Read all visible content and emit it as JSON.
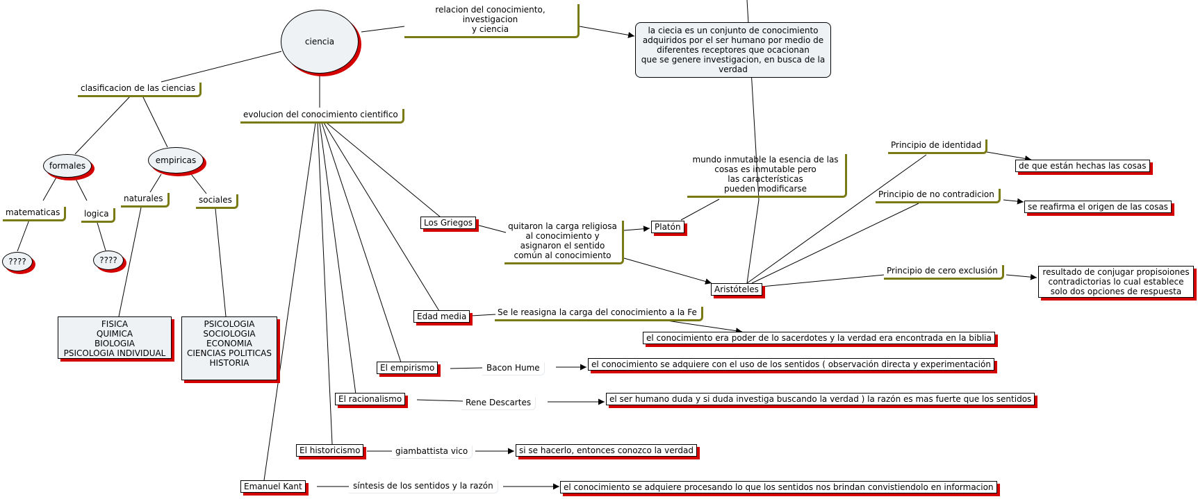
{
  "nodes": {
    "ciencia": "ciencia",
    "relacion": "relacion del conocimiento, investigacion\ny ciencia",
    "definicion": "la ciecia es un conjunto de conocimiento\nadquiridos por el ser humano por medio de\ndiferentes receptores que ocacionan\nque se genere investigacion, en busca de la\nverdad",
    "clasificacion": "clasificacion de las ciencias",
    "evolucion": "evolucion del conocimiento cientifico",
    "formales": "formales",
    "empiricas": "empiricas",
    "matematicas": "matematicas",
    "logica": "logica",
    "naturales": "naturales",
    "sociales": "sociales",
    "q1": "????",
    "q2": "????",
    "naturales_list": "FISICA\nQUIMICA\nBIOLOGIA\nPSICOLOGIA INDIVIDUAL",
    "sociales_list": "PSICOLOGIA\nSOCIOLOGIA\nECONOMIA\nCIENCIAS POLITICAS\nHISTORIA",
    "griegos": "Los Griegos",
    "quitaron": "quitaron la carga religiosa\nal conocimiento y\nasignaron el sentido\ncomún al conocimiento",
    "platon": "Platón",
    "aristoteles": "Aristóteles",
    "mundo": "mundo inmutable  la esencia de las\ncosas es inmutable pero\nlas características\n    pueden modificarse",
    "p_identidad": "Principio de identidad",
    "p_identidad_r": "de que están hechas las cosas",
    "p_nocontra": "Principio de no contradicion",
    "p_nocontra_r": "se reafirma el origen de las cosas",
    "p_cero": "Principio de cero exclusión",
    "p_cero_r": "resultado de conjugar propisoiones\ncontradictorias lo cual establece\nsolo dos opciones de respuesta",
    "edad_media": "Edad media",
    "reasigna": "Se le reasigna la carga del conocimiento a la Fe",
    "edad_media_r": "el conocimiento era poder de lo sacerdotes y la verdad era encontrada en la biblia",
    "empirismo": "El empirismo",
    "bacon": "Bacon Hume",
    "empirismo_r": "el conocimiento se adquiere con el uso de los sentidos   ( observación directa y experimentación",
    "racionalismo": "El racionalismo",
    "descartes": "Rene Descartes",
    "racionalismo_r": "el ser humano duda y si duda investiga buscando la verdad ) la razón es mas fuerte que los sentidos",
    "historicismo": "El historicismo",
    "vico": "giambattista vico",
    "historicismo_r": "si se hacerlo, entonces conozco la verdad",
    "kant": "Emanuel Kant",
    "sintesis": "síntesis de los sentidos y la razón",
    "kant_r": "el conocimiento se adquiere procesando lo que los sentidos nos brindan convistiendolo en informacion"
  },
  "colors": {
    "shadow": "#d40000",
    "underline": "#7a7a14",
    "fill": "#eef2f5",
    "line": "#000000"
  }
}
